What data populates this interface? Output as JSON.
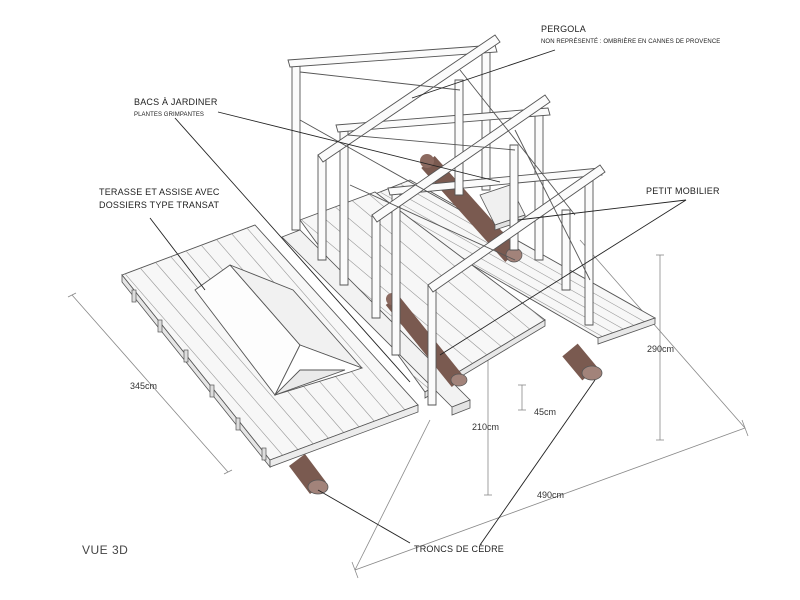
{
  "labels": {
    "pergola": {
      "title": "PERGOLA",
      "note": "NON REPRÉSENTÉ : OMBRIÈRE EN CANNES DE PROVENCE"
    },
    "bacs": {
      "title": "BACS À JARDINER",
      "note": "PLANTES GRIMPANTES"
    },
    "terrasse": {
      "line1": "TERASSE ET ASSISE AVEC",
      "line2": "DOSSIERS TYPE TRANSAT"
    },
    "mobilier": {
      "title": "PETIT MOBILIER"
    },
    "troncs": {
      "title": "TRONCS DE CÈDRE"
    }
  },
  "dimensions": {
    "left_length": "345cm",
    "right_height": "290cm",
    "center_height": "210cm",
    "small_offset": "45cm",
    "front_length": "490cm"
  },
  "view_title": "VUE 3D",
  "colors": {
    "line": "#555555",
    "deck": "#f7f7f7",
    "wood": "#7a5a50",
    "wood_end": "#a2837a"
  }
}
